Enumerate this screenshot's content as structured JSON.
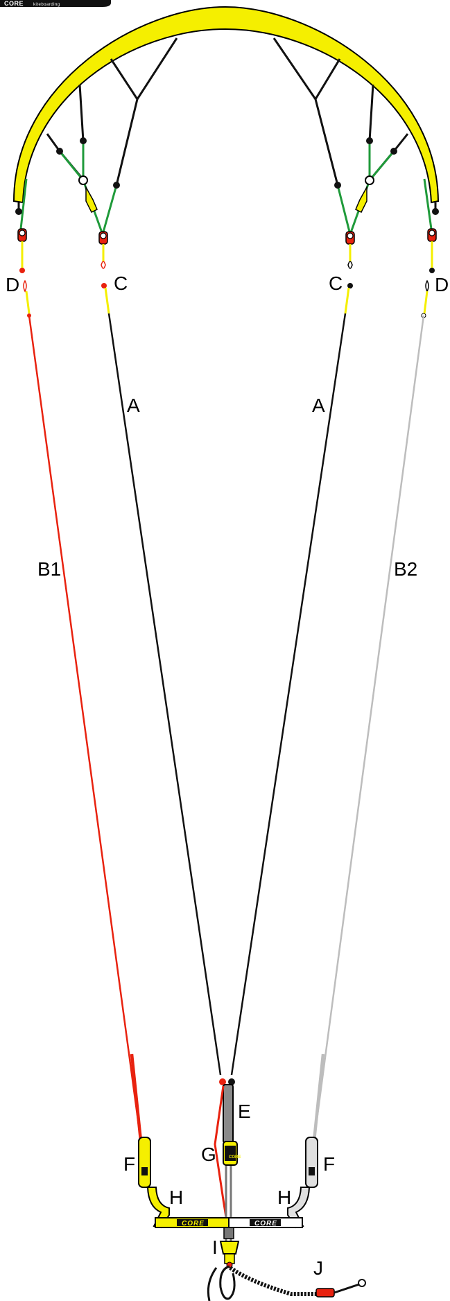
{
  "corner_badge": {
    "brand": "CORE",
    "sub": "kiteboarding"
  },
  "labels": {
    "d_left": "D",
    "c_left": "C",
    "c_right": "C",
    "d_right": "D",
    "a_left": "A",
    "a_right": "A",
    "b1": "B1",
    "b2": "B2",
    "e": "E",
    "f_left": "F",
    "f_right": "F",
    "g": "G",
    "h_left": "H",
    "h_right": "H",
    "i": "I",
    "j": "J"
  },
  "bar_branding": {
    "left": "CORE",
    "right": "CORE",
    "float": "CORE"
  },
  "colors": {
    "kite_yellow": "#f5ef00",
    "bridle_green": "#1f9a3a",
    "line_red": "#e8220f",
    "line_black": "#111111",
    "line_grey": "#bdbdbd"
  }
}
